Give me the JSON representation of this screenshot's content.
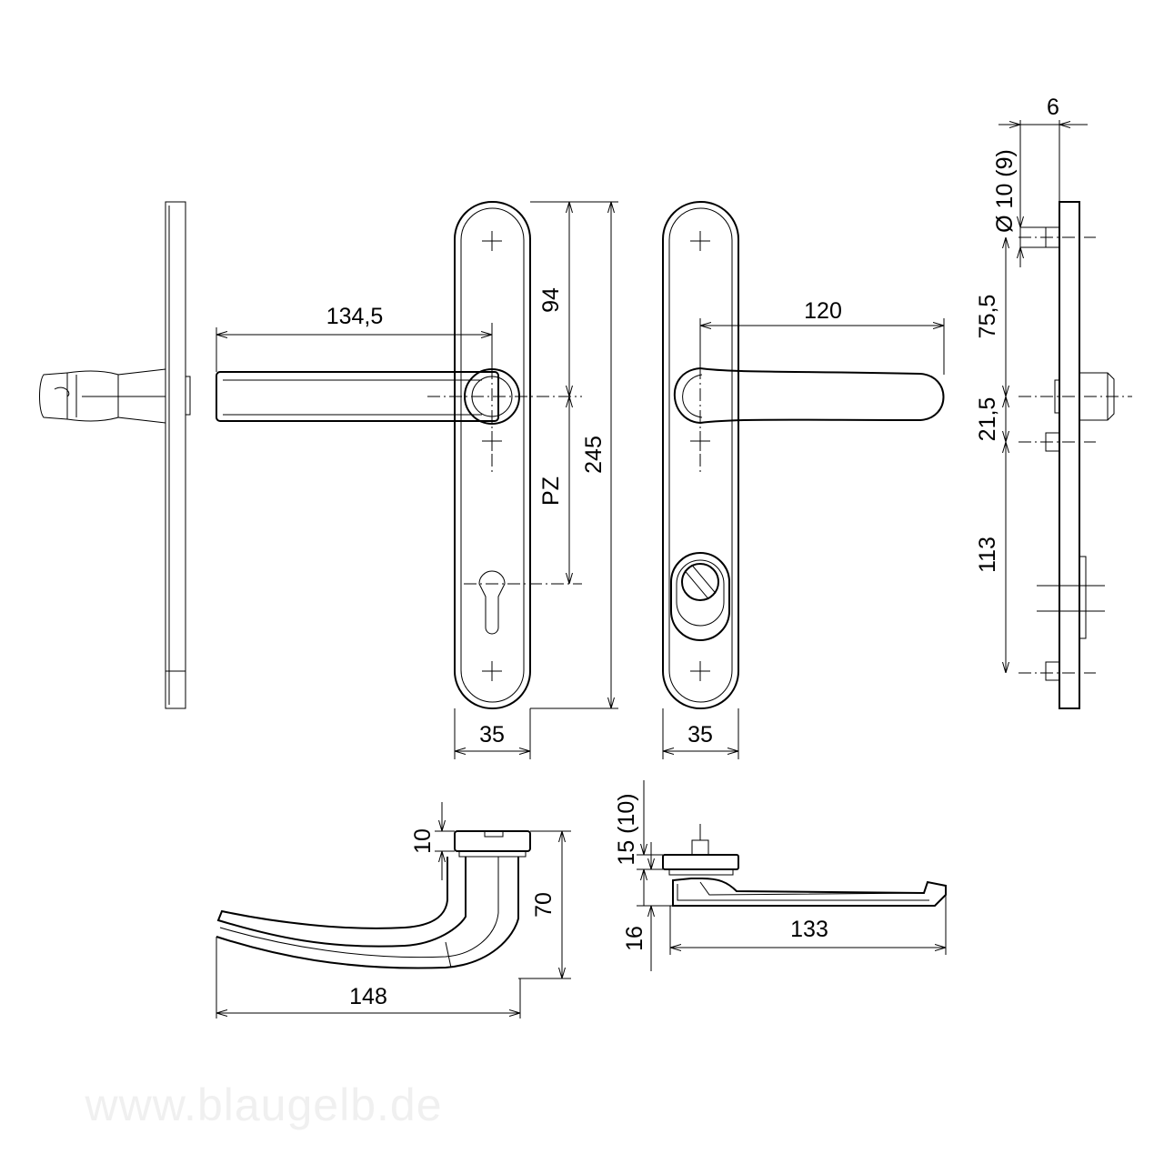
{
  "dimensions": {
    "lever_reach_left": "134,5",
    "lever_reach_right": "120",
    "upper_to_spindle": "94",
    "overall_height": "245",
    "pz_distance": "PZ",
    "plate_width_left": "35",
    "plate_width_right": "35",
    "side_thickness": "6",
    "screw_diameter": "Ø 10 (9)",
    "screw_to_spindle": "75,5",
    "spindle_to_pin": "21,5",
    "pin_to_lower_screw": "113",
    "rose_height": "10",
    "lever_drop": "70",
    "lever_length": "148",
    "rose_height_alt": "15 (10)",
    "lever_thickness": "16",
    "lever_length_top": "133"
  },
  "watermark": "www.blaugelb.de",
  "colors": {
    "line": "#000000",
    "watermark": "#f0f0f0"
  }
}
